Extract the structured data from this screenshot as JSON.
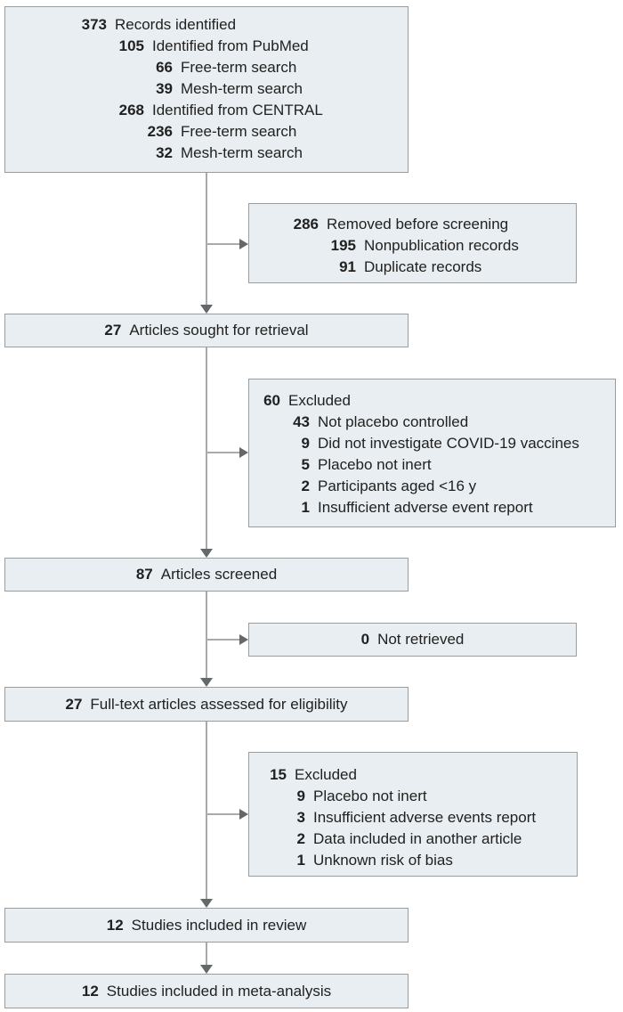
{
  "figure": {
    "type": "prisma-flow-diagram",
    "colors": {
      "box_fill": "#e8eef1",
      "box_border": "#989da0",
      "connector_line": "#a8aaac",
      "arrowhead": "#63686b",
      "text": "#212121",
      "background": "#ffffff"
    }
  },
  "flow": {
    "boxes": [
      {
        "id": "records-identified",
        "lines": [
          {
            "num": "373",
            "label": "Records identified"
          },
          {
            "num": "105",
            "label": "Identified from PubMed"
          },
          {
            "num": "66",
            "label": "Free-term search"
          },
          {
            "num": "39",
            "label": "Mesh-term search"
          },
          {
            "num": "268",
            "label": "Identified from CENTRAL"
          },
          {
            "num": "236",
            "label": "Free-term search"
          },
          {
            "num": "32",
            "label": "Mesh-term search"
          }
        ]
      },
      {
        "id": "removed-before-screening",
        "lines": [
          {
            "num": "286",
            "label": "Removed before screening"
          },
          {
            "num": "195",
            "label": "Nonpublication records"
          },
          {
            "num": "91",
            "label": "Duplicate records"
          }
        ]
      },
      {
        "id": "articles-sought",
        "lines": [
          {
            "num": "27",
            "label": "Articles sought for retrieval"
          }
        ]
      },
      {
        "id": "excluded-at-retrieval",
        "lines": [
          {
            "num": "60",
            "label": "Excluded"
          },
          {
            "num": "43",
            "label": "Not placebo controlled"
          },
          {
            "num": "9",
            "label": "Did not investigate COVID-19 vaccines"
          },
          {
            "num": "5",
            "label": "Placebo not inert"
          },
          {
            "num": "2",
            "label": "Participants aged <16 y"
          },
          {
            "num": "1",
            "label": "Insufficient adverse event report"
          }
        ]
      },
      {
        "id": "articles-screened",
        "lines": [
          {
            "num": "87",
            "label": "Articles screened"
          }
        ]
      },
      {
        "id": "not-retrieved",
        "lines": [
          {
            "num": "0",
            "label": "Not retrieved"
          }
        ]
      },
      {
        "id": "fulltext-assessed",
        "lines": [
          {
            "num": "27",
            "label": "Full-text articles assessed for eligibility"
          }
        ]
      },
      {
        "id": "excluded-fulltext",
        "lines": [
          {
            "num": "15",
            "label": "Excluded"
          },
          {
            "num": "9",
            "label": "Placebo not inert"
          },
          {
            "num": "3",
            "label": "Insufficient adverse events report"
          },
          {
            "num": "2",
            "label": "Data included in another article"
          },
          {
            "num": "1",
            "label": "Unknown risk of bias"
          }
        ]
      },
      {
        "id": "included-review",
        "lines": [
          {
            "num": "12",
            "label": "Studies included in review"
          }
        ]
      },
      {
        "id": "included-meta-analysis",
        "lines": [
          {
            "num": "12",
            "label": "Studies included in meta-analysis"
          }
        ]
      }
    ]
  }
}
